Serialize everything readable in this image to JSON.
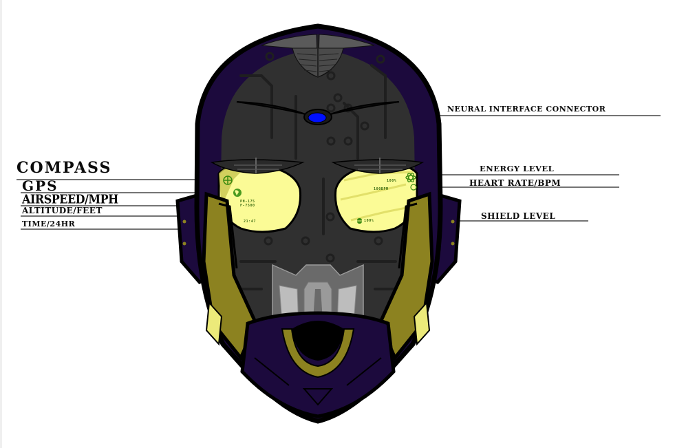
{
  "diagram": {
    "subject": "Cyber helmet HUD schematic",
    "colors": {
      "background": "#ffffff",
      "outline": "#000000",
      "armor_purple": "#1c0a3d",
      "armor_gold": "#8c8220",
      "armor_gold_light": "#ecea7a",
      "visor_yellow": "#fbfb96",
      "face_dark": "#303030",
      "circuit": "#1f1f1f",
      "connector_blue": "#0010ff",
      "mouth_guard": "#6a6a6a",
      "hud_green": "#3a6a10"
    },
    "labels_left": [
      {
        "id": "compass",
        "text": "COMPASS"
      },
      {
        "id": "gps",
        "text": "GPS"
      },
      {
        "id": "airspeed",
        "text": "AIRSPEED/MPH"
      },
      {
        "id": "altitude",
        "text": "ALTITUDE/FEET"
      },
      {
        "id": "time",
        "text": "TIME/24HR"
      }
    ],
    "labels_right": [
      {
        "id": "neural",
        "text": "NEURAL INTERFACE  CONNECTOR"
      },
      {
        "id": "energy",
        "text": "ENERGY LEVEL"
      },
      {
        "id": "heart",
        "text": "HEART RATE/BPM"
      },
      {
        "id": "shield",
        "text": "SHIELD LEVEL"
      }
    ],
    "hud_left_eye": {
      "airspeed": "PH-175",
      "altitude": "F-7500",
      "time": "21:47"
    },
    "hud_right_eye": {
      "energy": "100%",
      "heart_rate": "100BPM",
      "shield": "100%"
    }
  }
}
